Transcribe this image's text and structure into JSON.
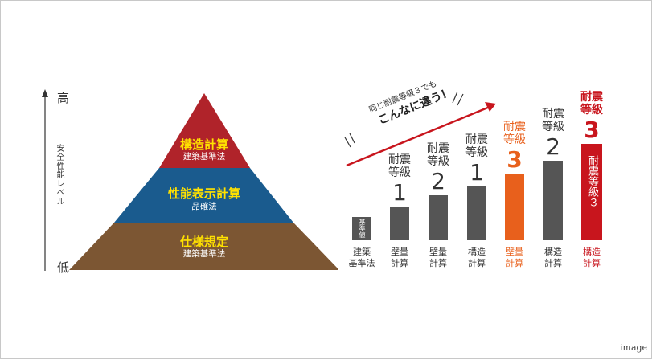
{
  "left_diagram": {
    "axis_top": "高",
    "axis_bottom": "低",
    "axis_caption": "安全性能レベル",
    "tiers": [
      {
        "title": "構造計算",
        "subtitle": "建築基準法",
        "color": "#b0232a"
      },
      {
        "title": "性能表示計算",
        "subtitle": "品確法",
        "color": "#1a5b8e"
      },
      {
        "title": "仕様規定",
        "subtitle": "建築基準法",
        "color": "#7c5633"
      }
    ]
  },
  "right_chart": {
    "headline_line1": "同じ耐震等級３でも",
    "headline_line2": "こんなに違う！",
    "accent_color": "#c8151d",
    "highlight_color": "#e8601c",
    "bar_color": "#555555",
    "baseline_bar": {
      "text": "基準値",
      "label": "建築\n基準法",
      "value": 0.18
    },
    "bars": [
      {
        "grade_text": "耐震\n等級",
        "grade_num": "1",
        "label": "壁量\n計算",
        "value": 0.26,
        "style": "normal"
      },
      {
        "grade_text": "耐震\n等級",
        "grade_num": "2",
        "label": "壁量\n計算",
        "value": 0.35,
        "style": "normal"
      },
      {
        "grade_text": "耐震\n等級",
        "grade_num": "1",
        "label": "構造\n計算",
        "value": 0.42,
        "style": "normal"
      },
      {
        "grade_text": "耐震\n等級",
        "grade_num": "3",
        "label": "壁量\n計算",
        "value": 0.52,
        "style": "highlight"
      },
      {
        "grade_text": "耐震\n等級",
        "grade_num": "2",
        "label": "構造\n計算",
        "value": 0.62,
        "style": "normal"
      },
      {
        "grade_text": "耐震\n等級",
        "grade_num": "3",
        "label": "構造\n計算",
        "value": 0.75,
        "style": "accent",
        "inner_text": "耐震等級３"
      }
    ]
  },
  "caption": "image"
}
